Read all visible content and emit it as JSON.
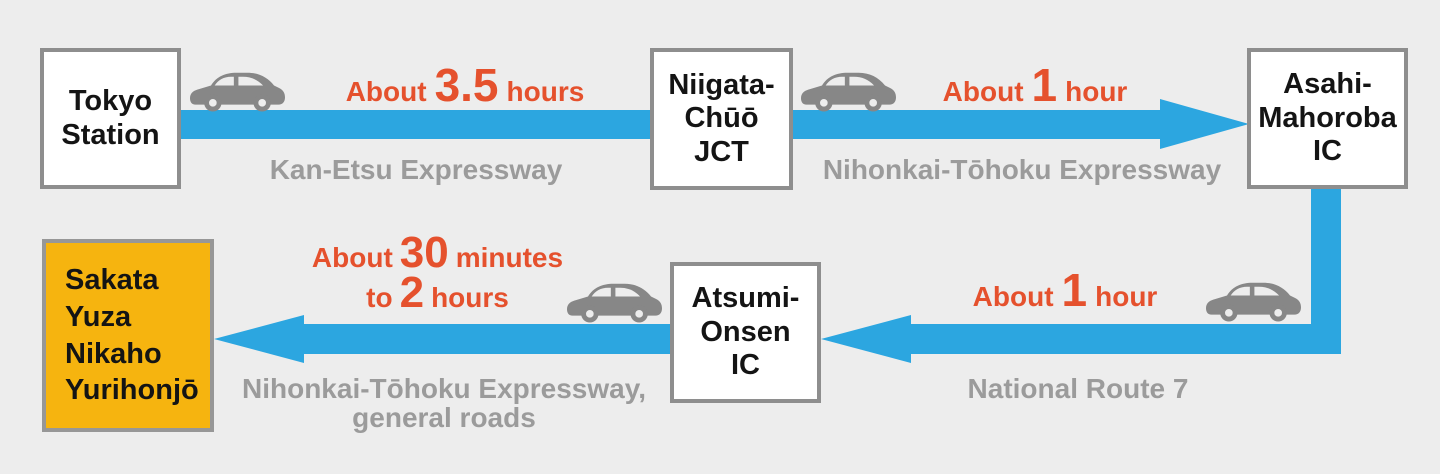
{
  "diagram": {
    "type": "route-map",
    "description_colors": {
      "arrow_blue": "#2ca6e0",
      "time_red": "#e5512d",
      "road_gray": "#9b9b9b",
      "destination_yellow": "#f6b40f",
      "box_border_gray": "#8e8e8e",
      "background_gray": "#ededed",
      "car_gray": "#878787"
    },
    "icons": {
      "car": "sedan-car-side-icon"
    }
  },
  "nodes": {
    "tokyo": {
      "label": "Tokyo\nStation"
    },
    "niigata": {
      "label": "Niigata-\nChūō\nJCT"
    },
    "asahi": {
      "label": "Asahi-\nMahoroba\nIC"
    },
    "atsumi": {
      "label": "Atsumi-\nOnsen\nIC"
    },
    "destination": {
      "label": "Sakata\nYuza\nNikaho\nYurihonjō"
    }
  },
  "legs": {
    "leg1": {
      "time_prefix": "About",
      "time_value": "3.5",
      "time_suffix": "hours",
      "road": "Kan-Etsu Expressway"
    },
    "leg2": {
      "time_prefix": "About",
      "time_value": "1",
      "time_suffix": "hour",
      "road": "Nihonkai-Tōhoku Expressway"
    },
    "leg3": {
      "time_prefix": "About",
      "time_value": "1",
      "time_suffix": "hour",
      "road": "National Route 7"
    },
    "leg4": {
      "time_prefix": "About",
      "time_value": "30",
      "time_suffix": "minutes",
      "time_prefix2": "to",
      "time_value2": "2",
      "time_suffix2": "hours",
      "road": "Nihonkai-Tōhoku Expressway,\ngeneral roads"
    }
  }
}
